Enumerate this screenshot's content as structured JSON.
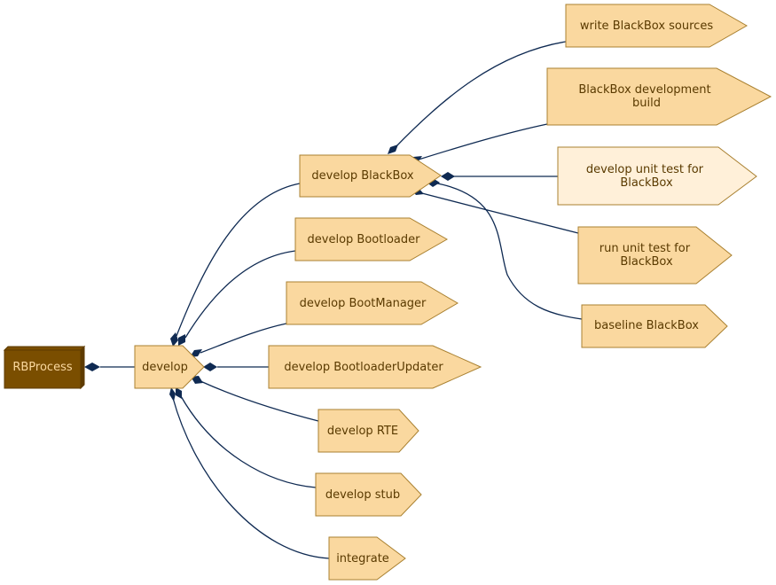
{
  "colors": {
    "edge": "#0f2a52",
    "diamond": "#0f2a52",
    "node_fill": "#fad89f",
    "node_fill_light": "#fff0d9",
    "node_stroke": "#a98030",
    "node_text": "#5a3a00",
    "root_fill": "#7a4e00",
    "root_side": "#5e3b00",
    "root_text": "#fad89f"
  },
  "nodes": {
    "rbprocess": {
      "label": "RBProcess"
    },
    "develop": {
      "label": "develop"
    },
    "develop_blackbox": {
      "label": "develop BlackBox"
    },
    "develop_bootloader": {
      "label": "develop Bootloader"
    },
    "develop_bootmanager": {
      "label": "develop BootManager"
    },
    "develop_bootloaderupdater": {
      "label": "develop BootloaderUpdater"
    },
    "develop_rte": {
      "label": "develop RTE"
    },
    "develop_stub": {
      "label": "develop stub"
    },
    "integrate": {
      "label": "integrate"
    },
    "write_blackbox_sources": {
      "label": "write BlackBox sources"
    },
    "blackbox_development_build": {
      "label_lines": [
        "BlackBox development",
        "build"
      ]
    },
    "develop_unit_test": {
      "label_lines": [
        "develop unit test for",
        "BlackBox"
      ]
    },
    "run_unit_test": {
      "label_lines": [
        "run unit test for",
        "BlackBox"
      ]
    },
    "baseline_blackbox": {
      "label": "baseline BlackBox"
    }
  }
}
